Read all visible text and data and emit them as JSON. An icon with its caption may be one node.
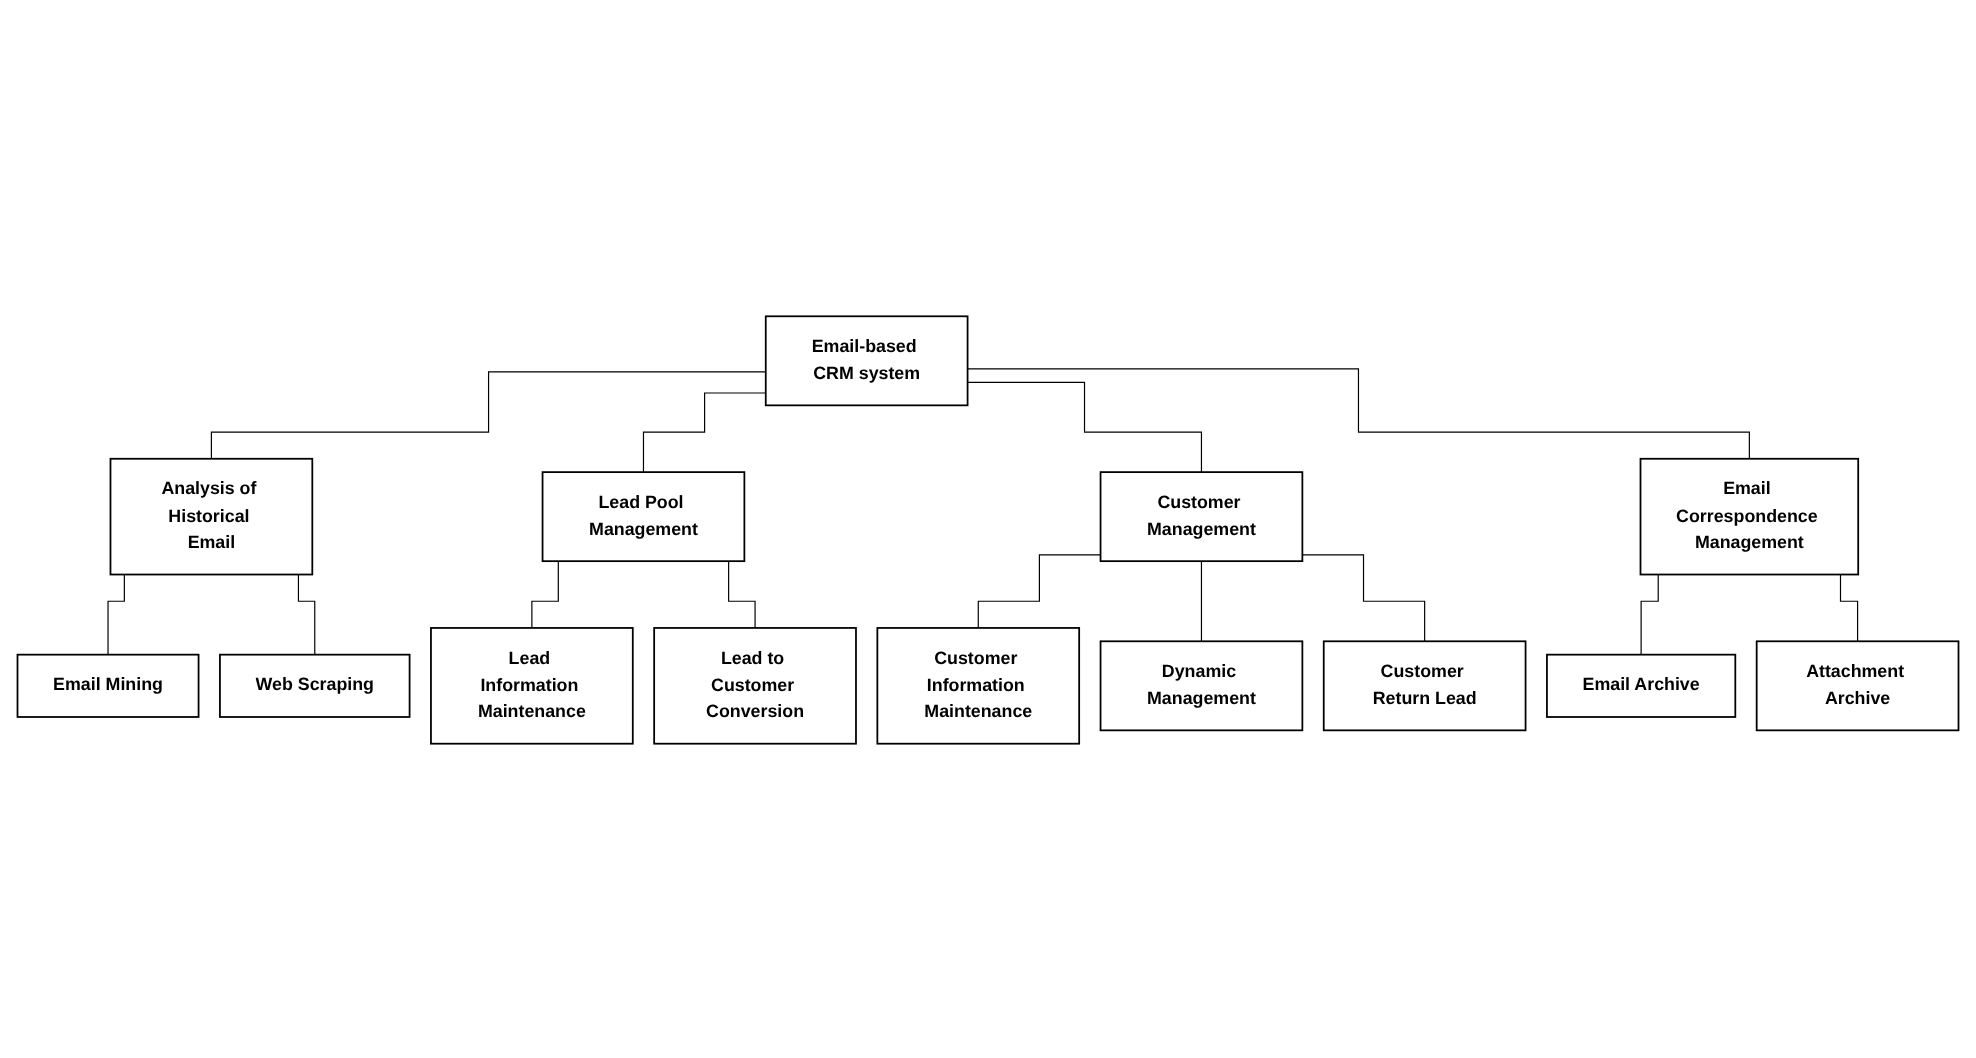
{
  "diagram": {
    "nodes": [
      {
        "text": [
          "Email-based CRM system"
        ]
      },
      {
        "text": [
          "Analysis of Historical Email"
        ]
      },
      {
        "text": [
          "Lead Pool Management"
        ]
      },
      {
        "text": [
          "Customer Management"
        ]
      },
      {
        "text": [
          "Email Correspondence Management"
        ]
      },
      {
        "text": [
          "Email Mining"
        ]
      },
      {
        "text": [
          "Web Scraping"
        ]
      },
      {
        "text": [
          "Lead Information Maintenance"
        ]
      },
      {
        "text": [
          "Lead to Customer Conversion"
        ]
      },
      {
        "text": [
          "Customer Information Maintenance"
        ]
      },
      {
        "text": [
          "Dynamic Management"
        ]
      },
      {
        "text": [
          "Customer Return Lead"
        ]
      },
      {
        "text": [
          "Email Archive"
        ]
      },
      {
        "text": [
          "Attachment Archive"
        ]
      }
    ],
    "edges": [
      {
        "from": 0,
        "to": 1,
        "arrow": "none"
      },
      {
        "from": 0,
        "to": 2,
        "arrow": "none"
      },
      {
        "from": 0,
        "to": 3,
        "arrow": "none"
      },
      {
        "from": 0,
        "to": 4,
        "arrow": "none"
      },
      {
        "from": 1,
        "to": 5,
        "arrow": "none"
      },
      {
        "from": 1,
        "to": 6,
        "arrow": "none"
      },
      {
        "from": 2,
        "to": 7,
        "arrow": "none"
      },
      {
        "from": 2,
        "to": 8,
        "arrow": "none"
      },
      {
        "from": 3,
        "to": 9,
        "arrow": "none"
      },
      {
        "from": 3,
        "to": 10,
        "arrow": "none"
      },
      {
        "from": 3,
        "to": 11,
        "arrow": "none"
      },
      {
        "from": 4,
        "to": 12,
        "arrow": "none"
      },
      {
        "from": 4,
        "to": 13,
        "arrow": "none"
      }
    ]
  }
}
